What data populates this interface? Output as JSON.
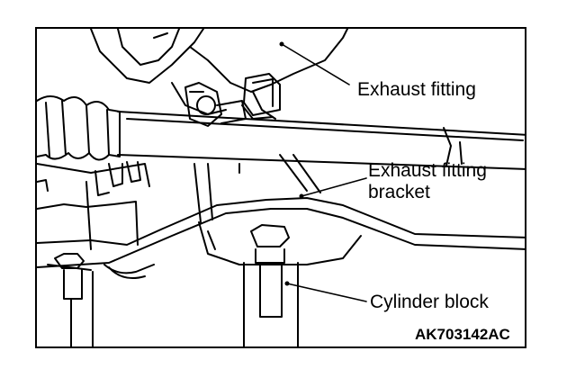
{
  "labels": {
    "exhaust_fitting": "Exhaust fitting",
    "exhaust_fitting_bracket_line1": "Exhaust fitting",
    "exhaust_fitting_bracket_line2": "bracket",
    "cylinder_block": "Cylinder block"
  },
  "figure_code": "AK703142AC",
  "colors": {
    "line": "#000000",
    "background": "#ffffff"
  }
}
